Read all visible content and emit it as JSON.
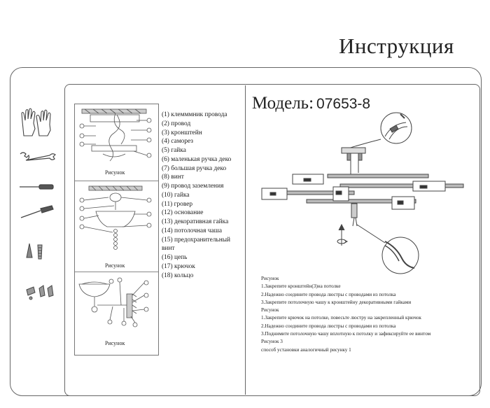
{
  "header": {
    "title": "Инструкция"
  },
  "model": {
    "label": "Модель:",
    "number": "07653-8"
  },
  "figures": {
    "caption_1": "Рисунок",
    "caption_2": "Рисунок",
    "caption_3": "Рисунок"
  },
  "parts": [
    "(1) клемммник провода",
    "(2) провод",
    "(3) кронштейн",
    "(4) саморез",
    "(5) гайка",
    "(6) маленькая ручка деко",
    "(7) большая ручка деко",
    "(8) винт",
    "(9) провод заземления",
    "(10) гайка",
    "(11) гровер",
    "(12) основание",
    "(13) декоративная гайка",
    "(14) потолочная чаша",
    "(15) предохранительный",
    "винт",
    "(16) цепь",
    "(17) крючок",
    "(18) кольцо"
  ],
  "instructions": [
    "Рисунок",
    "1.Закрепите кронштейн(3)на потолке",
    "2.Надежно соедините провода люстры с проводами из потолка",
    "3.Закрепите потолочную чашу к кронштейну декоративными гайками",
    "Рисунок",
    "1.Закрепите крючок на потолке, повесьте люстру на закрепленный крючок",
    "2.Надежно соедините провода люстры с проводами из потолка",
    "3.Поднимите потолочную чашу вплотную к потолку и зафиксируйте ее винтом",
    "Рисунок 3",
    "способ установки аналогичный рисунку 1"
  ],
  "tools": [
    "gloves-icon",
    "wrench-icon",
    "screwdriver-flat-icon",
    "screwdriver-phillips-icon",
    "screw-anchor-icon",
    "wire-connector-icon"
  ]
}
